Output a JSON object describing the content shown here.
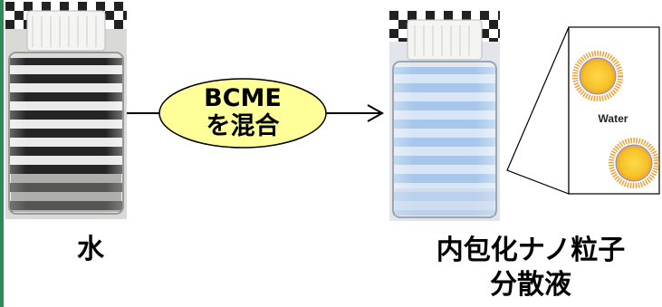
{
  "bubble": {
    "line1": "BCME",
    "line2": "を混合"
  },
  "captions": {
    "water": "水",
    "product_line1": "内包化ナノ粒子",
    "product_line2": "分散液"
  },
  "zoom": {
    "medium_label": "Water"
  },
  "colors": {
    "left_rule": "#2e8b57",
    "bubble_fill": "#ffff99",
    "nanoparticle_core": "#f5c228",
    "nanoparticle_shell": "#f0a030",
    "stripe_dark_water": "#1a1a1a",
    "stripe_dark_dispersion": "#9fc2e8"
  },
  "icons": [
    "vial-water-photo",
    "vial-dispersion-photo",
    "mixing-arrow",
    "nanoparticle-icon"
  ]
}
